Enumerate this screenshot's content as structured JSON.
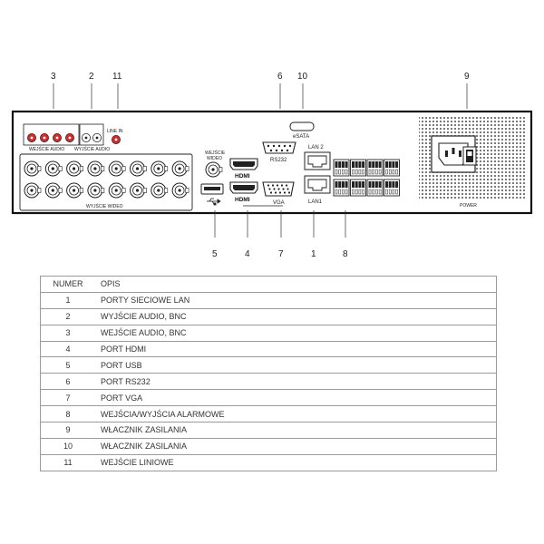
{
  "callouts_top": [
    "3",
    "2",
    "11",
    "6",
    "10",
    "9"
  ],
  "callouts_bottom": [
    "5",
    "4",
    "7",
    "1",
    "8"
  ],
  "panel_labels": {
    "audio_in": "WEJŚCIE AUDIO",
    "audio_out": "WYJŚCIE AUDIO",
    "line_in": "LINE IN",
    "video_out": "WYJŚCIE WIDEO",
    "video_in_l1": "WEJŚCIE",
    "video_in_l2": "WIDEO",
    "hdmi": "HDMI",
    "vga": "VGA",
    "rs232": "RS232",
    "esata": "eSATA",
    "lan2": "LAN 2",
    "lan1": "LAN1",
    "power": "POWER"
  },
  "table": {
    "headers": [
      "NUMER",
      "OPIS"
    ],
    "rows": [
      [
        "1",
        "PORTY SIECIOWE LAN"
      ],
      [
        "2",
        "WYJŚCIE AUDIO, BNC"
      ],
      [
        "3",
        "WEJŚCIE AUDIO, BNC"
      ],
      [
        "4",
        "PORT HDMI"
      ],
      [
        "5",
        "PORT USB"
      ],
      [
        "6",
        "PORT RS232"
      ],
      [
        "7",
        "PORT VGA"
      ],
      [
        "8",
        "WEJŚCIA/WYJŚCIA ALARMOWE"
      ],
      [
        "9",
        "WŁACZNIK ZASILANIA"
      ],
      [
        "10",
        "WŁACZNIK ZASILANIA"
      ],
      [
        "11",
        "WEJŚCIE LINIOWE"
      ]
    ]
  },
  "colors": {
    "audio_jack_red": "#d42a2a",
    "outline": "#222222"
  }
}
